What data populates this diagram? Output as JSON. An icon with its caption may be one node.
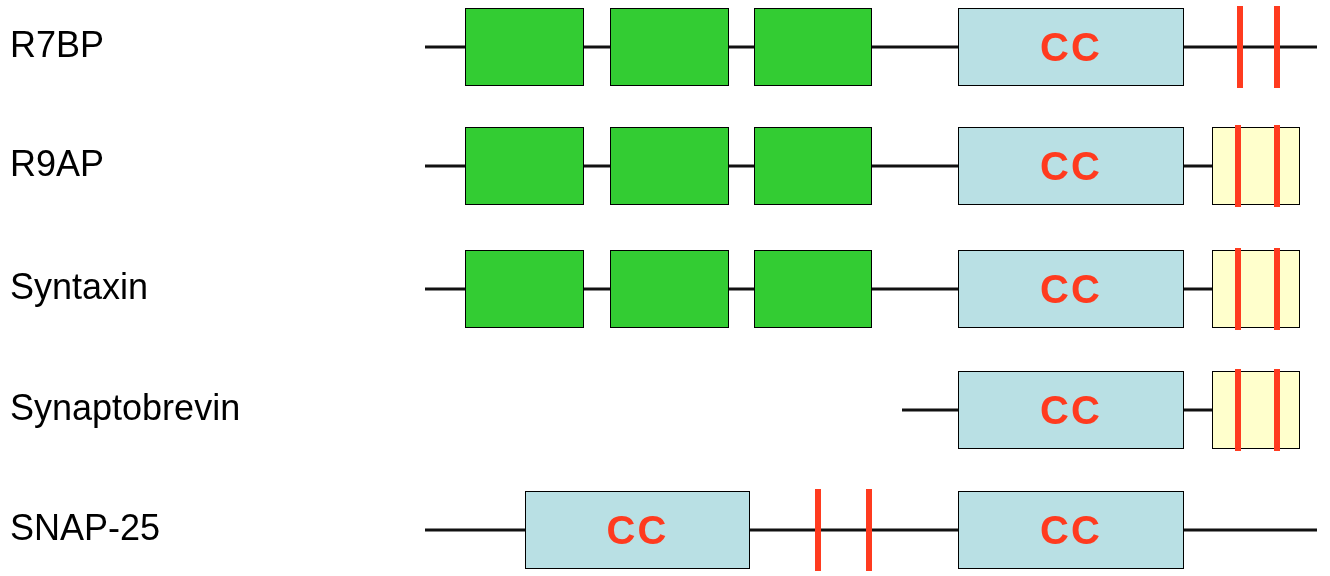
{
  "diagram": {
    "nodes": [
      {
        "text": [],
        "shape": "box"
      },
      {
        "text": [],
        "shape": "box"
      },
      {
        "text": [],
        "shape": "box"
      },
      {
        "text": [
          "CC"
        ]
      },
      {
        "text": [],
        "shape": "box"
      },
      {
        "text": [],
        "shape": "box"
      },
      {
        "text": [],
        "shape": "box"
      },
      {
        "text": [
          "CC"
        ]
      },
      {
        "text": [],
        "shape": "box"
      },
      {
        "text": [],
        "shape": "box"
      },
      {
        "text": [],
        "shape": "box"
      },
      {
        "text": [],
        "shape": "box"
      },
      {
        "text": [
          "CC"
        ]
      },
      {
        "text": [],
        "shape": "box"
      },
      {
        "text": [
          "CC"
        ]
      },
      {
        "text": [],
        "shape": "box"
      },
      {
        "text": [
          "CC"
        ]
      },
      {
        "text": [
          "CC"
        ]
      }
    ],
    "edges": [
      {
        "from": null,
        "to": 0,
        "arrow": "none"
      },
      {
        "from": 0,
        "to": 1,
        "arrow": "none"
      },
      {
        "from": 1,
        "to": 2,
        "arrow": "none"
      },
      {
        "from": 2,
        "to": 3,
        "arrow": "none"
      },
      {
        "from": 3,
        "to": null,
        "arrow": "none"
      },
      {
        "from": null,
        "to": 4,
        "arrow": "none"
      },
      {
        "from": 4,
        "to": 5,
        "arrow": "none"
      },
      {
        "from": 5,
        "to": 6,
        "arrow": "none"
      },
      {
        "from": 6,
        "to": 7,
        "arrow": "none"
      },
      {
        "from": 7,
        "to": 8,
        "arrow": "none"
      },
      {
        "from": null,
        "to": 9,
        "arrow": "none"
      },
      {
        "from": 9,
        "to": 10,
        "arrow": "none"
      },
      {
        "from": 10,
        "to": 11,
        "arrow": "none"
      },
      {
        "from": 11,
        "to": 12,
        "arrow": "none"
      },
      {
        "from": 12,
        "to": 13,
        "arrow": "none"
      },
      {
        "from": null,
        "to": 14,
        "arrow": "none"
      },
      {
        "from": 14,
        "to": 15,
        "arrow": "none"
      },
      {
        "from": null,
        "to": 16,
        "arrow": "none"
      },
      {
        "from": 16,
        "to": 17,
        "arrow": "none"
      },
      {
        "from": 17,
        "to": null,
        "arrow": "none"
      }
    ],
    "labels": [
      "R7BP",
      "R9AP",
      "Syntaxin",
      "Synaptobrevin",
      "SNAP-25"
    ]
  }
}
